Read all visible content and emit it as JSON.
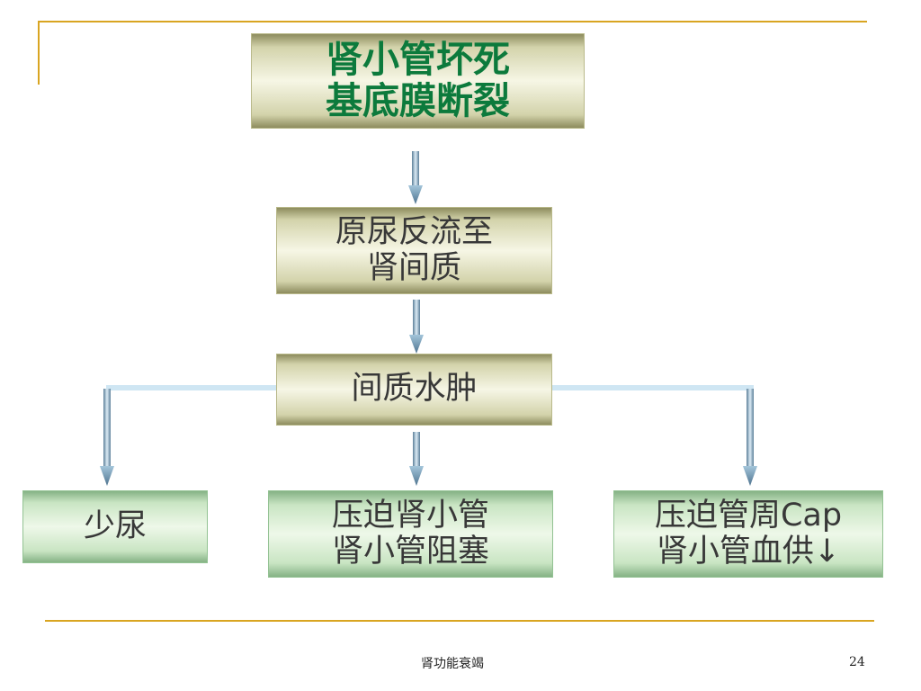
{
  "diagram": {
    "top": {
      "line1": "肾小管坏死",
      "line2": "基底膜断裂"
    },
    "step2": {
      "line1": "原尿反流至",
      "line2": "肾间质"
    },
    "step3": {
      "label": "间质水肿"
    },
    "outcome_left": {
      "label": "少尿"
    },
    "outcome_middle": {
      "line1": "压迫肾小管",
      "line2": "肾小管阻塞"
    },
    "outcome_right": {
      "line1": "压迫管周Cap",
      "line2": "肾小管血供↓"
    }
  },
  "footer": {
    "title": "肾功能衰竭",
    "page_number": "24"
  },
  "colors": {
    "accent_rule": "#d9a521",
    "title_text": "#0c7a3c"
  }
}
